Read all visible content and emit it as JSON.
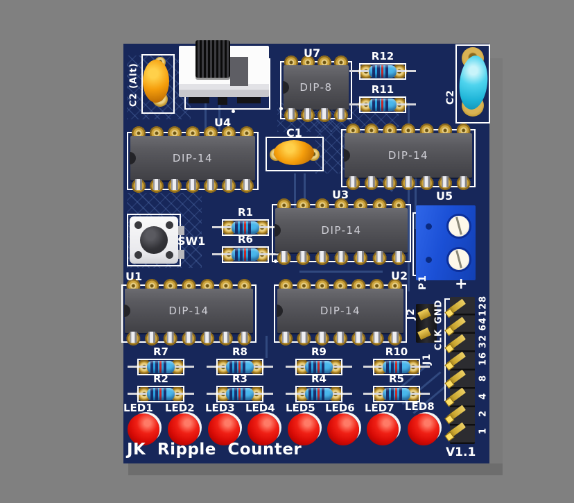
{
  "colors": {
    "background": "#808080",
    "board": "#17275a",
    "trace": "#31497f",
    "silkscreen": "#ffffff",
    "pad_gold": "#cda43c",
    "chip_gray": "#55555a",
    "resistor_blue": "#2ba3e0",
    "led_red": "#e01510",
    "terminal_blue": "#1b50d6",
    "header_black": "#1c1c1e",
    "cap_orange": "#f59e0c",
    "cap_cyan": "#3ec6e8"
  },
  "board_title": "JK Ripple Counter",
  "board_version": "V1.1",
  "ics": [
    {
      "ref": "U7",
      "package": "DIP-8"
    },
    {
      "ref": "U4",
      "package": "DIP-14"
    },
    {
      "ref": "",
      "package": "DIP-14"
    },
    {
      "ref": "U3",
      "package": "DIP-14"
    },
    {
      "ref": "U1",
      "package": "DIP-14"
    },
    {
      "ref": "U2",
      "package": "DIP-14"
    }
  ],
  "capacitors": [
    {
      "ref": "C2 (Alt)"
    },
    {
      "ref": "C1"
    },
    {
      "ref": "C2"
    }
  ],
  "resistors": [
    {
      "ref": "R12"
    },
    {
      "ref": "R11"
    },
    {
      "ref": "R1"
    },
    {
      "ref": "R6"
    },
    {
      "ref": "R7"
    },
    {
      "ref": "R2"
    },
    {
      "ref": "R8"
    },
    {
      "ref": "R3"
    },
    {
      "ref": "R9"
    },
    {
      "ref": "R4"
    },
    {
      "ref": "R10"
    },
    {
      "ref": "R5"
    }
  ],
  "switch": {
    "ref": "SW1"
  },
  "terminal": {
    "ref": "U5",
    "connector_ref": "P1",
    "polarity": "+"
  },
  "headers": {
    "j2": {
      "ref": "J2",
      "pin_labels": [
        "GND",
        "CLK"
      ]
    },
    "j1": {
      "ref": "J1",
      "bit_labels": [
        "128",
        "64",
        "32",
        "16",
        "8",
        "4",
        "2",
        "1"
      ]
    }
  },
  "leds": [
    {
      "ref": "LED1"
    },
    {
      "ref": "LED2"
    },
    {
      "ref": "LED3"
    },
    {
      "ref": "LED4"
    },
    {
      "ref": "LED5"
    },
    {
      "ref": "LED6"
    },
    {
      "ref": "LED7"
    },
    {
      "ref": "LED8"
    }
  ]
}
